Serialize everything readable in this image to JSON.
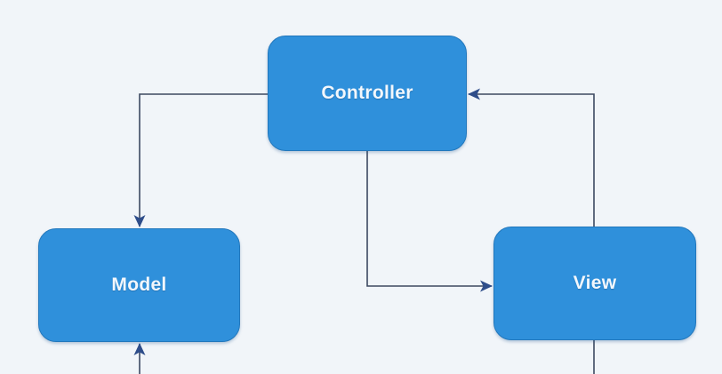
{
  "diagram": {
    "background_color": "#f1f5f9",
    "node_fill": "#2f90db",
    "node_border": "#2278bd",
    "node_text_color": "#f2f7fc",
    "connector_color": "#3d4961",
    "arrow_color": "#2e4d8a",
    "nodes": [
      {
        "id": "controller",
        "label": "Controller"
      },
      {
        "id": "model",
        "label": "Model"
      },
      {
        "id": "view",
        "label": "View"
      }
    ],
    "edges": [
      {
        "from": "controller",
        "to": "model",
        "arrowhead": "down into model top"
      },
      {
        "from": "view",
        "to": "controller",
        "arrowhead": "left into controller right edge"
      },
      {
        "from": "controller",
        "to": "view",
        "arrowhead": "right into view left edge"
      },
      {
        "from": "offscreen-bottom",
        "to": "model",
        "arrowhead": "up into model bottom"
      },
      {
        "from": "view",
        "to": "offscreen-bottom",
        "arrowhead": "none (line cropped at image edge)"
      }
    ]
  }
}
